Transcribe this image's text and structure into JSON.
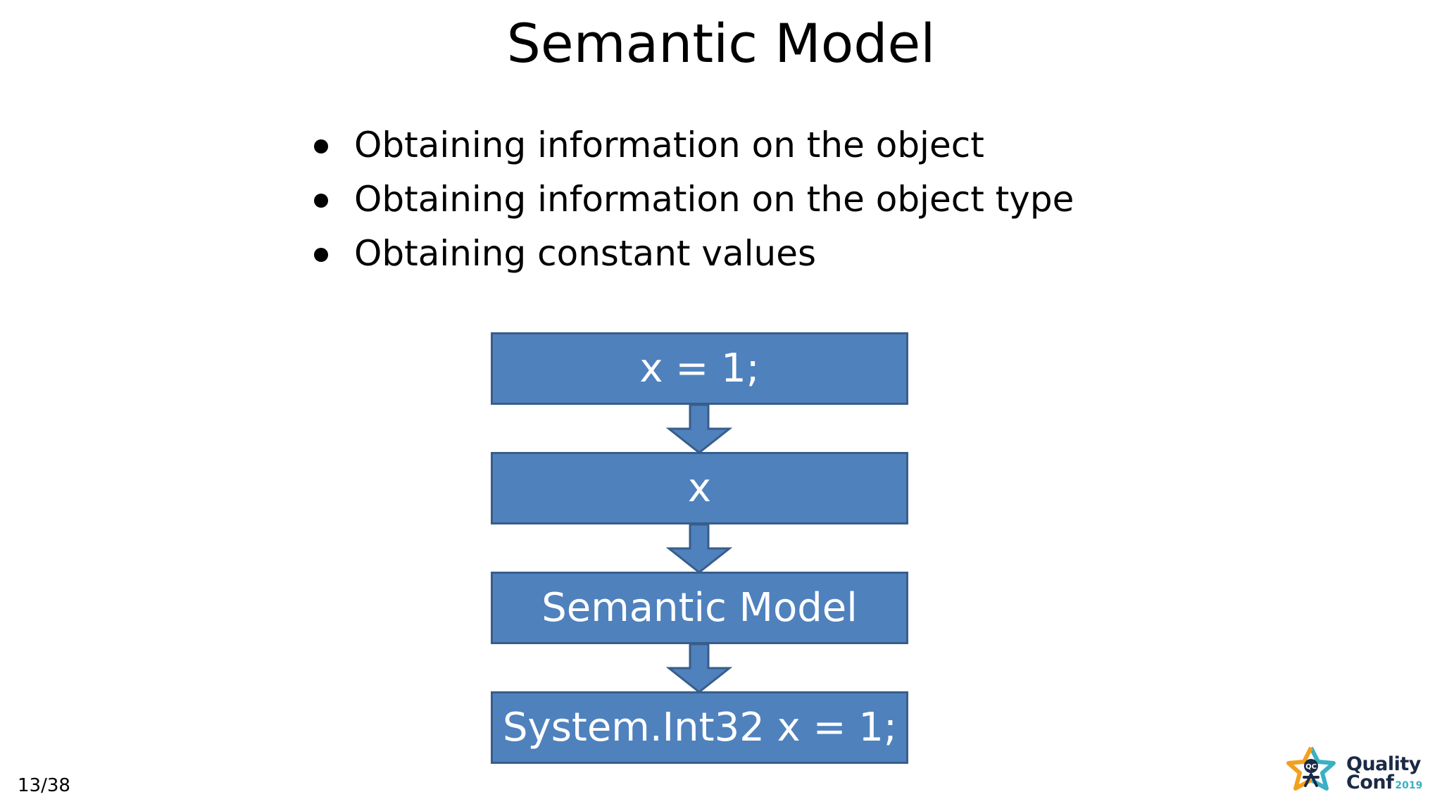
{
  "slide": {
    "title": "Semantic Model",
    "bullets": [
      "Obtaining information on the object",
      "Obtaining information on the object type",
      "Obtaining constant values"
    ],
    "flow": [
      "x = 1;",
      "x",
      "Semantic Model",
      "System.Int32 x = 1;"
    ],
    "page_number": "13/38"
  },
  "logo": {
    "line1": "Quality",
    "line2": "Conf",
    "year": "2019",
    "badge": "QC"
  },
  "colors": {
    "box_fill": "#4f81bd",
    "box_border": "#385d8a",
    "logo_orange": "#f2a01f",
    "logo_teal": "#3ab0c4",
    "logo_navy": "#1b2a45"
  }
}
